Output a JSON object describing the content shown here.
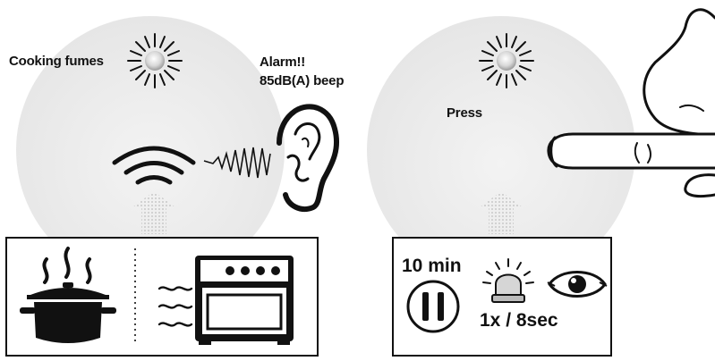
{
  "left_panel": {
    "source_label": "Cooking fumes",
    "alarm_line1": "Alarm!!",
    "alarm_line2": "85dB(A) beep",
    "icons": [
      "led-glow-icon",
      "sound-waves-icon",
      "beep-wave-icon",
      "ear-icon",
      "up-arrow-icon",
      "cooking-pot-icon",
      "oven-icon"
    ]
  },
  "right_panel": {
    "press_label": "Press",
    "hush_duration": "10 min",
    "flash_rate": "1x / 8sec",
    "icons": [
      "led-glow-icon",
      "finger-icon",
      "up-arrow-icon",
      "pause-icon",
      "flashing-light-icon",
      "eye-icon"
    ]
  },
  "colors": {
    "ink": "#111111",
    "detector_fill": "#ececec"
  }
}
